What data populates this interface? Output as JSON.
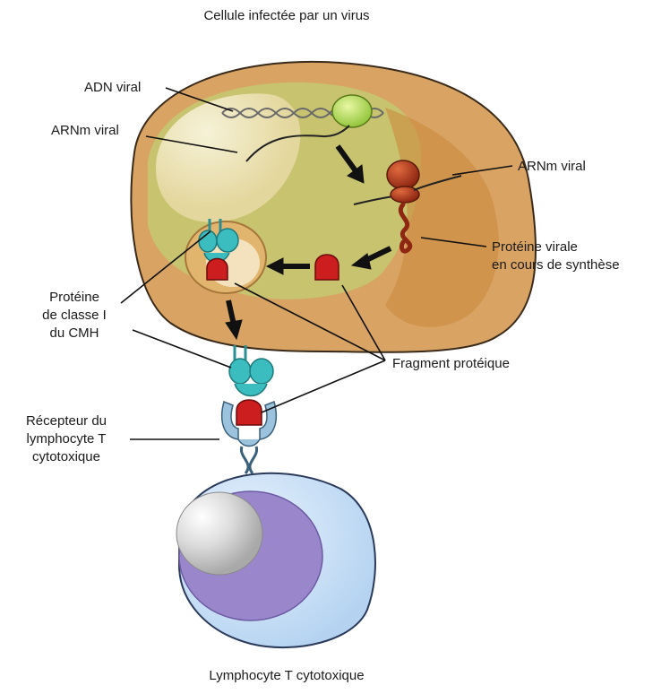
{
  "title": "Cellule infectée par un virus",
  "footer": "Lymphocyte T cytotoxique",
  "labels": {
    "adn_viral": "ADN viral",
    "arnm_viral_left": "ARNm viral",
    "arnm_viral_right": "ARNm viral",
    "proteine_virale": [
      "Protéine virale",
      "en cours de synthèse"
    ],
    "proteine_classe": [
      "Protéine",
      "de classe I",
      "du CMH"
    ],
    "fragment": "Fragment protéique",
    "recepteur": [
      "Récepteur du",
      "lymphocyte T",
      "cytotoxique"
    ]
  },
  "colors": {
    "cell_outer": "#d7a76a",
    "cell_inner": "#c6c46f",
    "cell_light": "#f0e6b8",
    "nucleus_virus": "#b8e05a",
    "ribosome": "#b33a1d",
    "fragment": "#cc1e1e",
    "mhc": "#3bbdbf",
    "receptor": "#9cc3de",
    "lymphocyte": "#b9d7f3",
    "lymphocyte_nucleus": "#a28fd0"
  }
}
